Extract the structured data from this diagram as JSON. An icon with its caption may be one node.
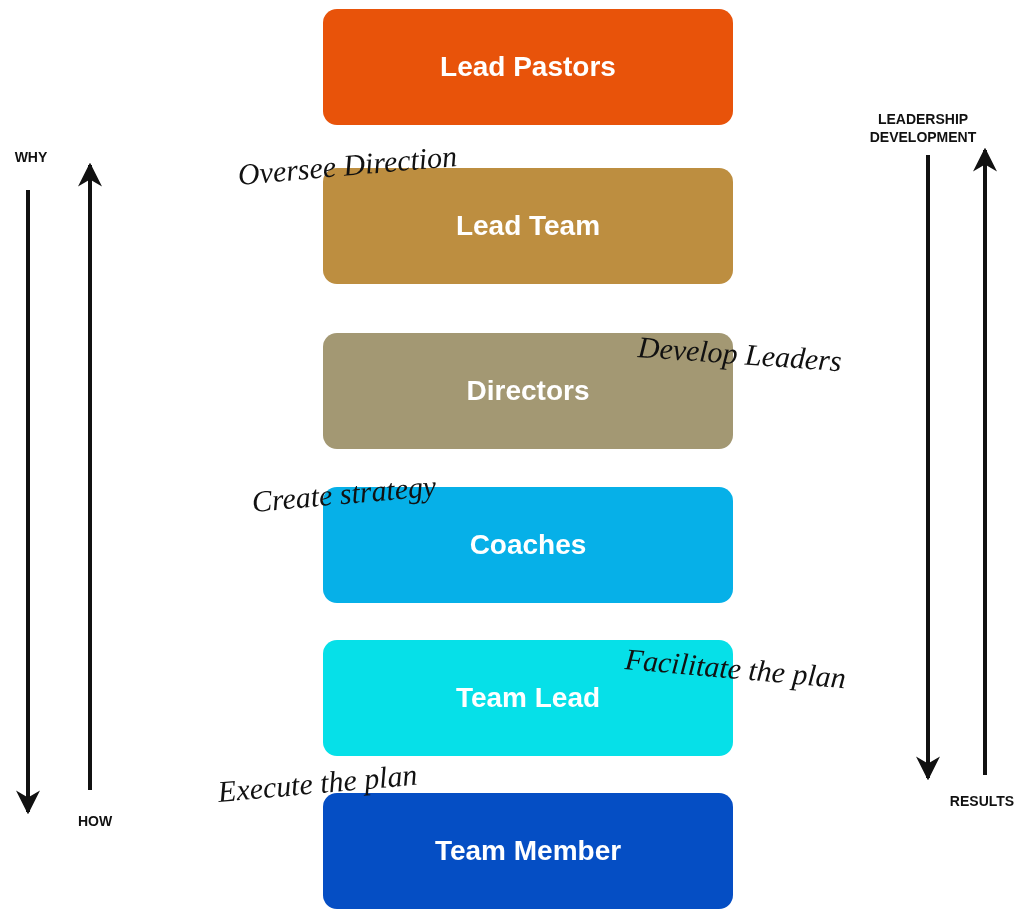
{
  "diagram": {
    "nodes": [
      {
        "text": [
          "Lead Pastors"
        ]
      },
      {
        "text": [
          "Lead Team"
        ]
      },
      {
        "text": [
          "Directors"
        ]
      },
      {
        "text": [
          "Coaches"
        ]
      },
      {
        "text": [
          "Team Lead"
        ]
      },
      {
        "text": [
          "Team Member"
        ]
      }
    ],
    "labels": [
      "WHY",
      "LEADERSHIP DEVELOPMENT",
      "Oversee Direction",
      "Develop Leaders",
      "Create strategy",
      "Facilitate the plan",
      "Execute the plan",
      "HOW",
      "RESULTS"
    ]
  }
}
